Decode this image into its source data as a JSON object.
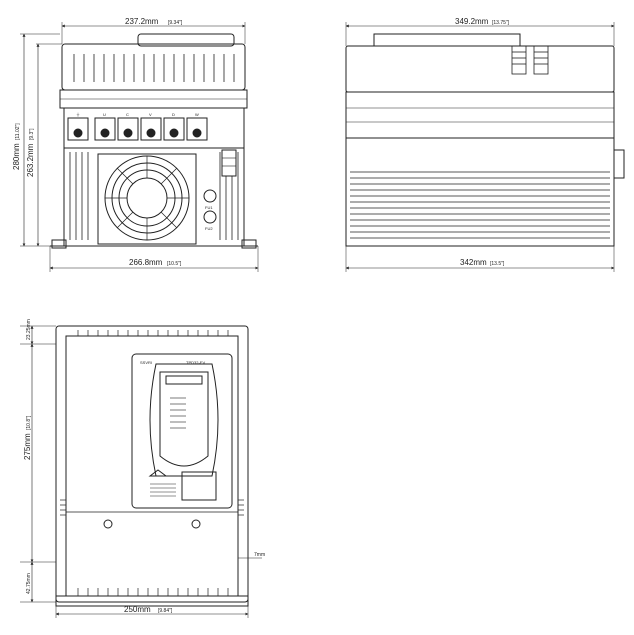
{
  "front_view": {
    "width_top": "237.2mm",
    "width_top_inch": "[9.34\"]",
    "width_bottom": "266.8mm",
    "width_bottom_inch": "[10.5\"]",
    "height_total": "280mm",
    "height_total_inch": "[11.02\"]",
    "height_inner": "263.2mm",
    "height_inner_inch": "[9.3\"]",
    "terminal_labels": [
      "⏚",
      "U",
      "C",
      "V",
      "D",
      "W"
    ],
    "fuse_labels": [
      "FU1",
      "FU2"
    ]
  },
  "side_view": {
    "width_top": "349.2mm",
    "width_top_inch": "[13.75\"]",
    "width_bottom": "342mm",
    "width_bottom_inch": "[13.5\"]"
  },
  "top_view": {
    "offset_top": "23.25mm",
    "height_main": "275mm",
    "height_main_inch": "[10.8\"]",
    "offset_bottom": "42.75mm",
    "hole_offset": "7mm",
    "width": "250mm",
    "width_inch": "[9.84\"]"
  },
  "panel": {
    "brand": "SSVRI",
    "model": "TPD32-EV"
  }
}
